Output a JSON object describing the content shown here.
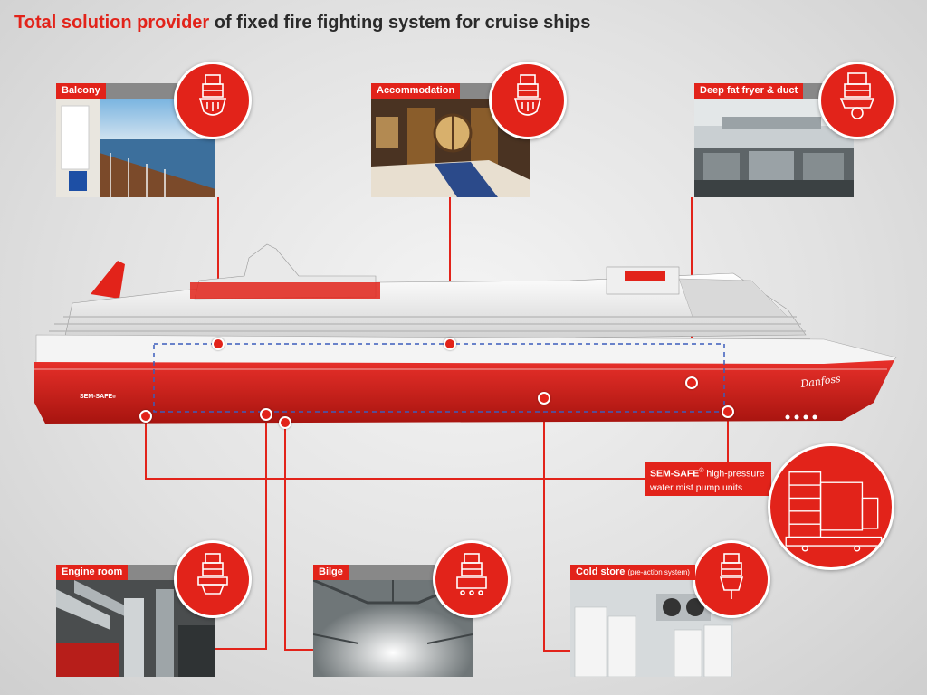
{
  "title": {
    "highlight": "Total solution provider",
    "rest": " of fixed fire fighting system for cruise ships"
  },
  "colors": {
    "accent": "#e2231a",
    "hull": "#d41f17",
    "superstructure": "#f2f2f2"
  },
  "panels": {
    "balcony": {
      "label": "Balcony"
    },
    "accommodation": {
      "label": "Accommodation"
    },
    "fryer": {
      "label": "Deep fat fryer & duct"
    },
    "engine": {
      "label": "Engine room"
    },
    "bilge": {
      "label": "Bilge"
    },
    "cold": {
      "label": "Cold store",
      "note": "(pre-action system)"
    }
  },
  "pump": {
    "brand": "SEM-SAFE",
    "reg": "®",
    "line1": " high-pressure",
    "line2": "water mist pump units"
  },
  "ship": {
    "hull_brand": "SEM-SAFE",
    "hull_brand_reg": "®",
    "bow_logo": "Danfoss"
  },
  "icons": {
    "nozzle": "sprinkler-nozzle-icon",
    "pump_unit": "pump-unit-icon"
  }
}
